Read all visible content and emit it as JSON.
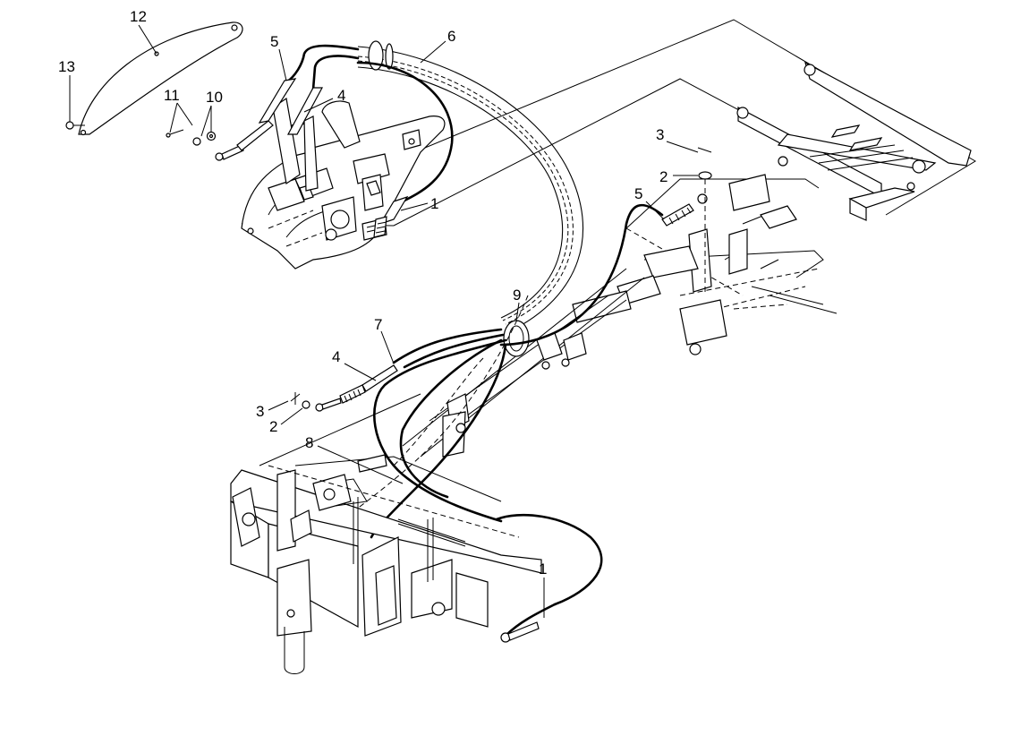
{
  "callouts": {
    "c12": "12",
    "c13": "13",
    "c5_top": "5",
    "c6": "6",
    "c4_top": "4",
    "c11": "11",
    "c10": "10",
    "c1_top": "1",
    "c3_right": "3",
    "c2_right": "2",
    "c5_right": "5",
    "c9": "9",
    "c7": "7",
    "c4_left": "4",
    "c3_left": "3",
    "c2_left": "2",
    "c8": "8",
    "c1_bottom": "1"
  }
}
